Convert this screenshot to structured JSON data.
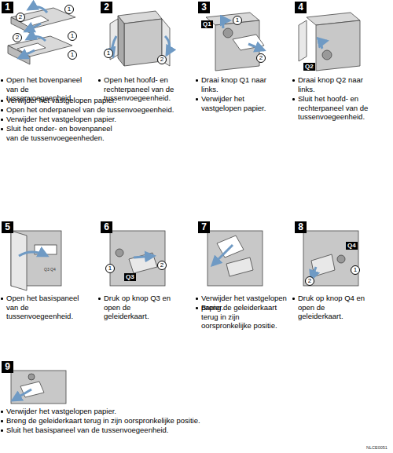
{
  "diagram": {
    "nodes": [
      {
        "text": [
          "1"
        ]
      },
      {
        "text": [
          "2"
        ]
      },
      {
        "text": [
          "3"
        ]
      },
      {
        "text": [
          "4"
        ]
      },
      {
        "text": [
          "5"
        ]
      },
      {
        "text": [
          "6"
        ]
      },
      {
        "text": [
          "7"
        ]
      },
      {
        "text": [
          "8"
        ]
      },
      {
        "text": [
          "9"
        ]
      }
    ],
    "labels": [
      "1",
      "2",
      "1",
      "2",
      "1",
      "1",
      "2",
      "Q1",
      "1",
      "2",
      "Q2",
      "Q3",
      "Q4",
      "1",
      "Q3",
      "2",
      "Q4",
      "2",
      "1",
      "Open het bovenpaneel van de tussenvoegeenheid.",
      "Verwijder het vastgelopen papier.",
      "Open het onderpaneel van de tussenvoegeenheid.",
      "Verwijder het vastgelopen papier.",
      "Sluit het onder- en bovenpaneel van de tussenvoegeenheden.",
      "Open het hoofd- en rechterpaneel van de tussenvoegeenheid.",
      "Draai knop Q1 naar links.",
      "Verwijder het vastgelopen papier.",
      "Draai knop Q2 naar links.",
      "Sluit het hoofd- en rechterpaneel van de tussenvoegeenheid.",
      "Open het basispaneel van de tussenvoegeenheid.",
      "Druk op knop Q3 en open de geleiderkaart.",
      "Verwijder het vastgelopen papier.",
      "Breng de geleiderkaart terug in zijn oorspronkelijke positie.",
      "Druk op knop Q4 en open de geleiderkaart.",
      "Verwijder het vastgelopen papier.",
      "Breng de geleiderkaart terug in zijn oorspronkelijke positie.",
      "Sluit het basispaneel van de tussenvoegeenheid.",
      "NLCE0051"
    ]
  }
}
